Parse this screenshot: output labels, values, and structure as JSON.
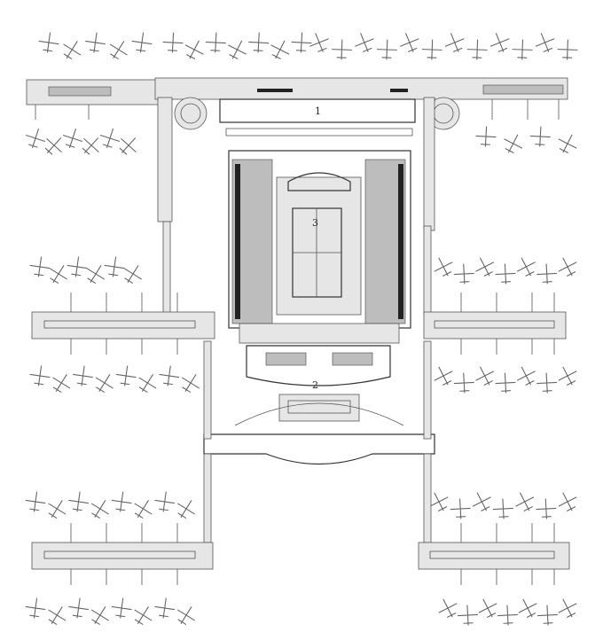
{
  "labels": {
    "building_1": "1",
    "building_2": "2",
    "building_3": "3"
  },
  "colors": {
    "line": "#555555",
    "fill_light": "#e6e6e6",
    "fill_mid": "#bdbdbd",
    "fill_dark": "#222222",
    "background": "#ffffff"
  }
}
